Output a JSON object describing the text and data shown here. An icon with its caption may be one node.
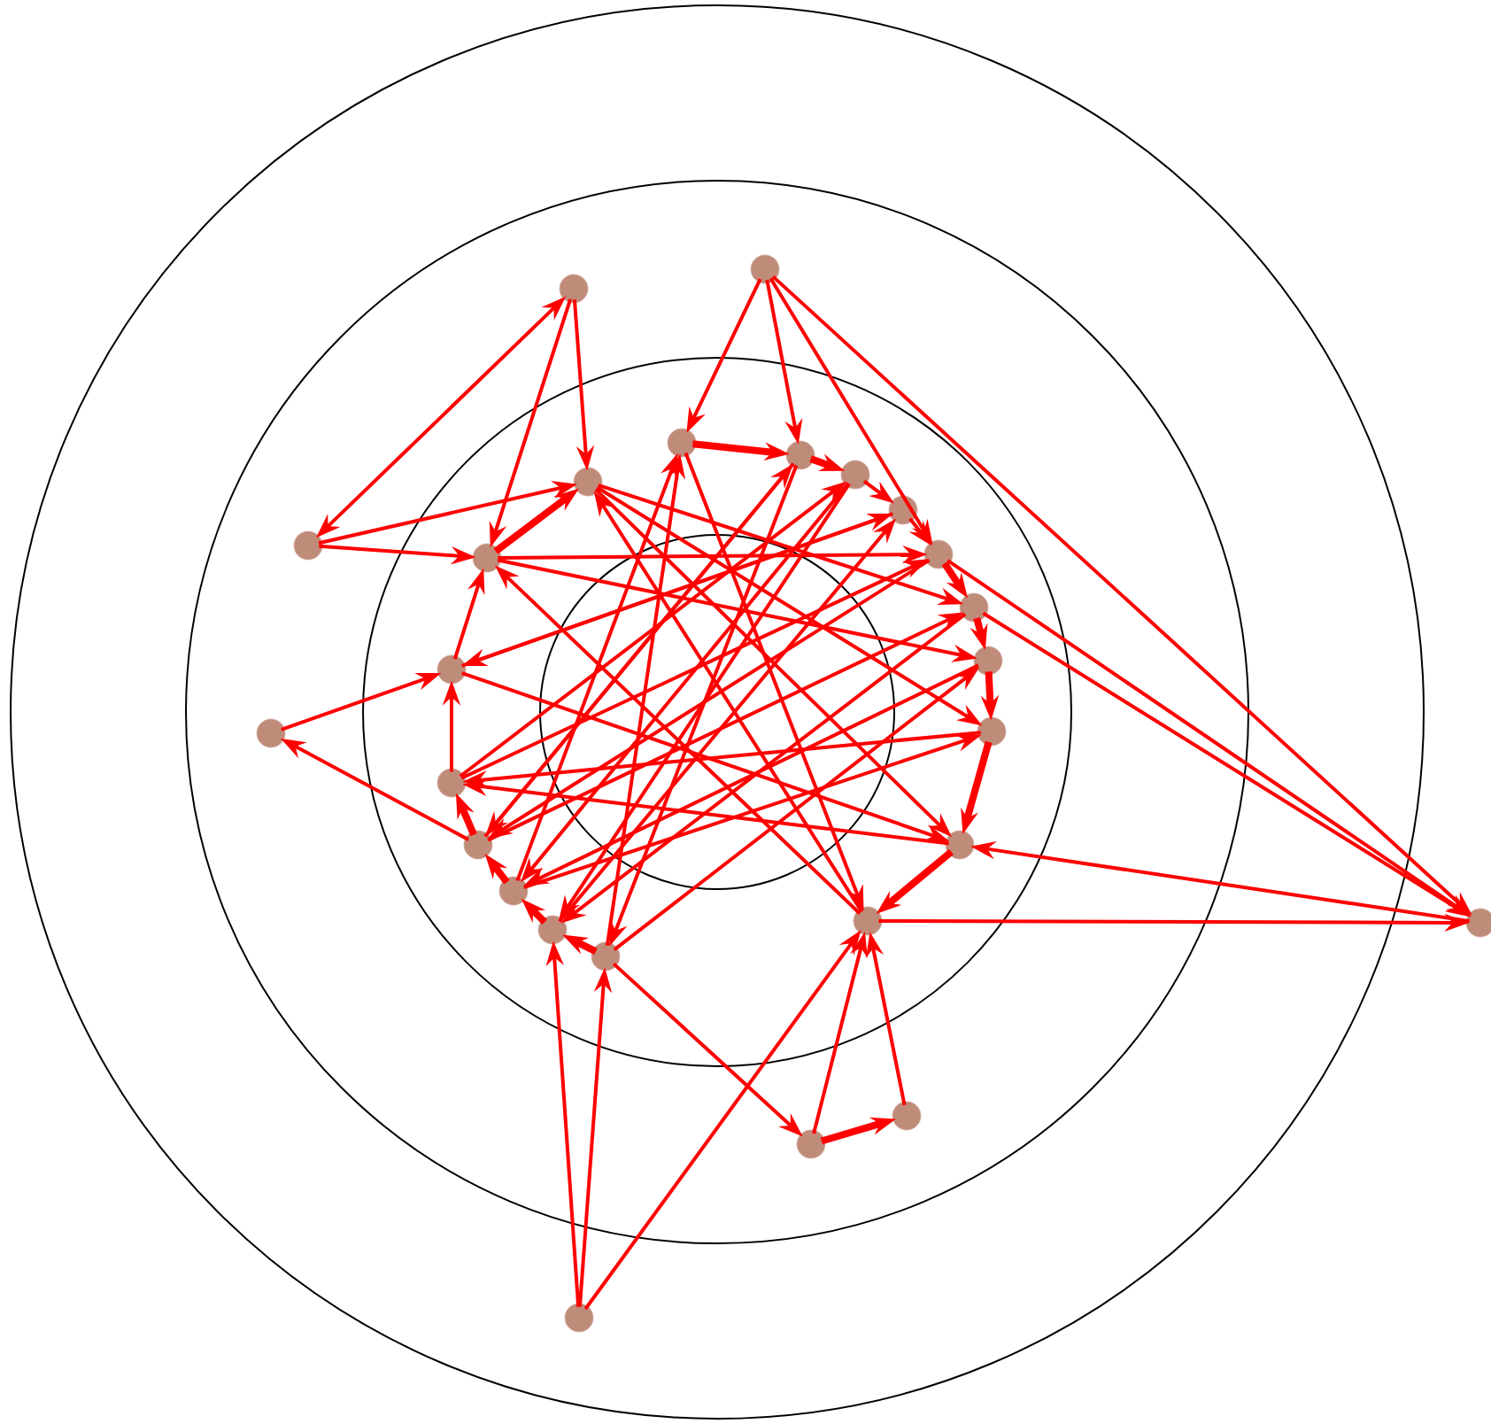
{
  "diagram": {
    "nodes": [
      {
        "text": [],
        "shape": "circle"
      },
      {
        "text": [],
        "shape": "circle"
      },
      {
        "text": [],
        "shape": "circle"
      },
      {
        "text": [],
        "shape": "circle"
      },
      {
        "text": [],
        "shape": "circle"
      },
      {
        "text": [],
        "shape": "circle"
      },
      {
        "text": [],
        "shape": "circle"
      },
      {
        "text": [],
        "shape": "circle"
      },
      {
        "text": [],
        "shape": "circle"
      },
      {
        "text": [],
        "shape": "circle"
      },
      {
        "text": [],
        "shape": "circle"
      },
      {
        "text": [],
        "shape": "circle"
      },
      {
        "text": [],
        "shape": "circle"
      },
      {
        "text": [],
        "shape": "circle"
      },
      {
        "text": [],
        "shape": "circle"
      },
      {
        "text": [],
        "shape": "circle"
      },
      {
        "text": [],
        "shape": "circle"
      },
      {
        "text": [],
        "shape": "circle"
      },
      {
        "text": [],
        "shape": "circle"
      },
      {
        "text": [],
        "shape": "circle"
      },
      {
        "text": [],
        "shape": "circle"
      },
      {
        "text": [],
        "shape": "circle"
      },
      {
        "text": [],
        "shape": "circle"
      },
      {
        "text": [],
        "shape": "circle"
      },
      {
        "text": [],
        "shape": "circle"
      },
      {
        "text": [],
        "shape": "circle"
      }
    ],
    "edges": [
      {
        "from": 0,
        "to": 2,
        "arrow": "both"
      },
      {
        "from": 0,
        "to": 4,
        "arrow": "to"
      },
      {
        "from": 0,
        "to": 21,
        "arrow": "to"
      },
      {
        "from": 2,
        "to": 4,
        "arrow": "to"
      },
      {
        "from": 2,
        "to": 21,
        "arrow": "to"
      },
      {
        "from": 1,
        "to": 5,
        "arrow": "to"
      },
      {
        "from": 1,
        "to": 6,
        "arrow": "to"
      },
      {
        "from": 1,
        "to": 9,
        "arrow": "to"
      },
      {
        "from": 1,
        "to": 22,
        "arrow": "to"
      },
      {
        "from": 9,
        "to": 22,
        "arrow": "to"
      },
      {
        "from": 10,
        "to": 22,
        "arrow": "to"
      },
      {
        "from": 22,
        "to": 13,
        "arrow": "to"
      },
      {
        "from": 14,
        "to": 22,
        "arrow": "to"
      },
      {
        "from": 3,
        "to": 20,
        "arrow": "to"
      },
      {
        "from": 18,
        "to": 3,
        "arrow": "to"
      },
      {
        "from": 25,
        "to": 16,
        "arrow": "to"
      },
      {
        "from": 25,
        "to": 15,
        "arrow": "to"
      },
      {
        "from": 25,
        "to": 14,
        "arrow": "to"
      },
      {
        "from": 15,
        "to": 23,
        "arrow": "to"
      },
      {
        "from": 23,
        "to": 14,
        "arrow": "to"
      },
      {
        "from": 23,
        "to": 24,
        "arrow": "to",
        "style": "thick"
      },
      {
        "from": 24,
        "to": 14,
        "arrow": "to"
      },
      {
        "from": 5,
        "to": 6,
        "arrow": "to",
        "style": "thick"
      },
      {
        "from": 6,
        "to": 7,
        "arrow": "to",
        "style": "thick"
      },
      {
        "from": 7,
        "to": 8,
        "arrow": "to"
      },
      {
        "from": 8,
        "to": 9,
        "arrow": "to"
      },
      {
        "from": 9,
        "to": 10,
        "arrow": "to",
        "style": "thick"
      },
      {
        "from": 10,
        "to": 11,
        "arrow": "to",
        "style": "thick"
      },
      {
        "from": 11,
        "to": 12,
        "arrow": "to",
        "style": "thick"
      },
      {
        "from": 12,
        "to": 13,
        "arrow": "to",
        "style": "thick"
      },
      {
        "from": 13,
        "to": 14,
        "arrow": "to",
        "style": "thick"
      },
      {
        "from": 15,
        "to": 16,
        "arrow": "to",
        "style": "thick"
      },
      {
        "from": 16,
        "to": 17,
        "arrow": "to",
        "style": "thick"
      },
      {
        "from": 17,
        "to": 18,
        "arrow": "to",
        "style": "thick"
      },
      {
        "from": 18,
        "to": 19,
        "arrow": "to",
        "style": "thick"
      },
      {
        "from": 19,
        "to": 20,
        "arrow": "to"
      },
      {
        "from": 20,
        "to": 21,
        "arrow": "to"
      },
      {
        "from": 21,
        "to": 4,
        "arrow": "to",
        "style": "thick"
      },
      {
        "from": 4,
        "to": 12,
        "arrow": "to"
      },
      {
        "from": 4,
        "to": 10,
        "arrow": "to"
      },
      {
        "from": 21,
        "to": 11,
        "arrow": "to"
      },
      {
        "from": 21,
        "to": 9,
        "arrow": "to"
      },
      {
        "from": 20,
        "to": 8,
        "arrow": "to"
      },
      {
        "from": 20,
        "to": 13,
        "arrow": "to"
      },
      {
        "from": 19,
        "to": 7,
        "arrow": "to"
      },
      {
        "from": 19,
        "to": 9,
        "arrow": "to"
      },
      {
        "from": 18,
        "to": 10,
        "arrow": "to"
      },
      {
        "from": 18,
        "to": 6,
        "arrow": "to"
      },
      {
        "from": 17,
        "to": 5,
        "arrow": "to"
      },
      {
        "from": 17,
        "to": 12,
        "arrow": "to"
      },
      {
        "from": 16,
        "to": 8,
        "arrow": "to"
      },
      {
        "from": 15,
        "to": 5,
        "arrow": "to"
      },
      {
        "from": 15,
        "to": 11,
        "arrow": "to"
      },
      {
        "from": 14,
        "to": 4,
        "arrow": "to"
      },
      {
        "from": 14,
        "to": 21,
        "arrow": "to"
      },
      {
        "from": 13,
        "to": 19,
        "arrow": "to"
      },
      {
        "from": 12,
        "to": 19,
        "arrow": "to"
      },
      {
        "from": 11,
        "to": 17,
        "arrow": "to"
      },
      {
        "from": 10,
        "to": 16,
        "arrow": "to"
      },
      {
        "from": 9,
        "to": 18,
        "arrow": "to"
      },
      {
        "from": 8,
        "to": 20,
        "arrow": "to"
      },
      {
        "from": 7,
        "to": 16,
        "arrow": "to"
      },
      {
        "from": 6,
        "to": 15,
        "arrow": "to"
      },
      {
        "from": 5,
        "to": 14,
        "arrow": "to"
      },
      {
        "from": 4,
        "to": 13,
        "arrow": "to"
      },
      {
        "from": 7,
        "to": 17,
        "arrow": "to"
      },
      {
        "from": 6,
        "to": 18,
        "arrow": "to"
      }
    ]
  }
}
